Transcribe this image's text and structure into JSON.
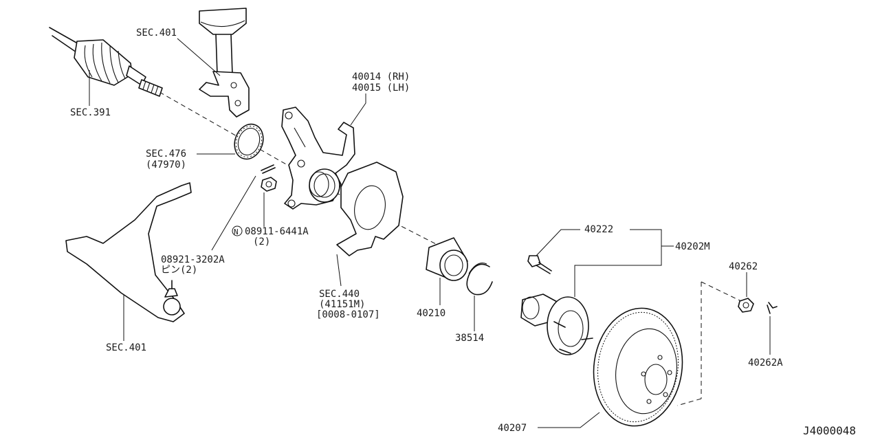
{
  "labels": {
    "sec401_top": "SEC.401",
    "sec391": "SEC.391",
    "sec476": "SEC.476",
    "sec476_sub": "(47970)",
    "part_40014": "40014 (RH)",
    "part_40015": "40015 (LH)",
    "part_08911": "08911-6441A",
    "part_08911_qty": "(2)",
    "n_marker": "N",
    "part_08921": "08921-3202A",
    "part_08921_sub": "ピン(2)",
    "sec401_bottom": "SEC.401",
    "sec440": "SEC.440",
    "sec440_sub": "(41151M)",
    "sec440_date": "[0008-0107]",
    "part_40210": "40210",
    "part_38514": "38514",
    "part_40222": "40222",
    "part_40202m": "40202M",
    "part_40262": "40262",
    "part_40262a": "40262A",
    "part_40207": "40207",
    "drawing_id": "J4000048"
  },
  "icons": [
    "drive-shaft-icon",
    "strut-icon",
    "abs-sensor-ring-icon",
    "knuckle-icon",
    "dust-shield-icon",
    "wheel-bearing-icon",
    "snap-ring-icon",
    "wheel-hub-icon",
    "brake-rotor-icon",
    "lower-arm-icon",
    "nut-icon",
    "cotter-pin-icon",
    "hub-bolt-icon"
  ]
}
